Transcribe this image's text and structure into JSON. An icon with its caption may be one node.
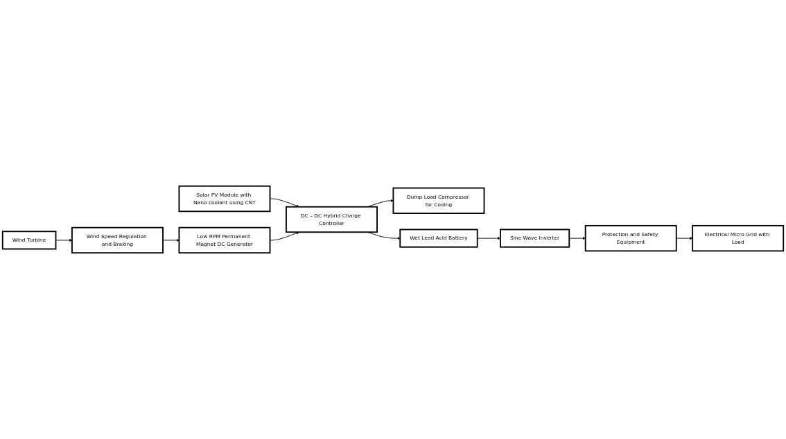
{
  "diagram": {
    "nodes": [
      {
        "text": [
          "Wind Turbine"
        ]
      },
      {
        "text": [
          "Solar PV Module with Nano coolant using CNT"
        ]
      },
      {
        "text": [
          "Dump Load Compressor for Cooing"
        ]
      },
      {
        "text": [
          "Wind Speed Regulation and Braking"
        ]
      },
      {
        "text": [
          "Low RPM Permanent Magnet DC Generator"
        ]
      },
      {
        "text": [
          "DC – DC Hybrid Charge Controller"
        ]
      },
      {
        "text": [
          "Protection and Safety Equipment"
        ]
      },
      {
        "text": [
          "Sine Wave Inverter"
        ]
      },
      {
        "text": [
          "Wet Lead Acid Battery"
        ]
      },
      {
        "text": [
          "Electrical Micro Grid with Load"
        ]
      }
    ],
    "edges": [
      {
        "from": 0,
        "to": 3,
        "arrow": "to"
      },
      {
        "from": 1,
        "to": 5,
        "arrow": "to"
      },
      {
        "from": 5,
        "to": 2,
        "arrow": "to"
      },
      {
        "from": 3,
        "to": 4,
        "arrow": "to"
      },
      {
        "from": 4,
        "to": 5,
        "arrow": "to"
      },
      {
        "from": 5,
        "to": 8,
        "arrow": "to"
      },
      {
        "from": 8,
        "to": 7,
        "arrow": "to"
      },
      {
        "from": 7,
        "to": 6,
        "arrow": "to"
      },
      {
        "from": 6,
        "to": 9,
        "arrow": "to"
      }
    ]
  }
}
